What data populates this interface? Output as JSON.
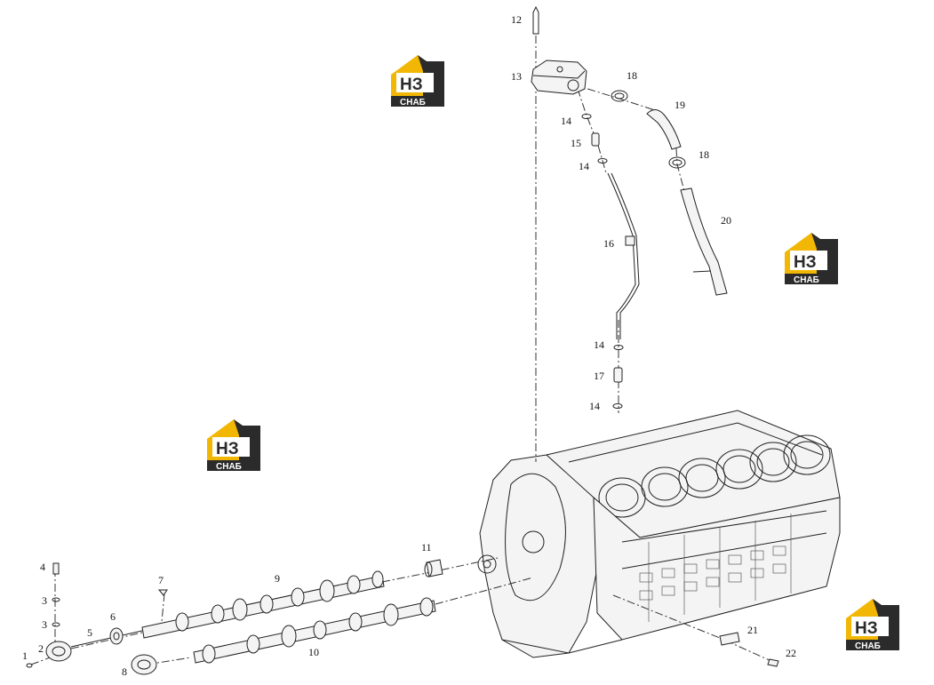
{
  "diagram": {
    "callouts": [
      {
        "id": "c12",
        "label": "12"
      },
      {
        "id": "c13",
        "label": "13"
      },
      {
        "id": "c18a",
        "label": "18"
      },
      {
        "id": "c19",
        "label": "19"
      },
      {
        "id": "c14a",
        "label": "14"
      },
      {
        "id": "c15",
        "label": "15"
      },
      {
        "id": "c14b",
        "label": "14"
      },
      {
        "id": "c18b",
        "label": "18"
      },
      {
        "id": "c20",
        "label": "20"
      },
      {
        "id": "c16",
        "label": "16"
      },
      {
        "id": "c14c",
        "label": "14"
      },
      {
        "id": "c17",
        "label": "17"
      },
      {
        "id": "c14d",
        "label": "14"
      },
      {
        "id": "c11",
        "label": "11"
      },
      {
        "id": "c9",
        "label": "9"
      },
      {
        "id": "c4",
        "label": "4"
      },
      {
        "id": "c3a",
        "label": "3"
      },
      {
        "id": "c3b",
        "label": "3"
      },
      {
        "id": "c7",
        "label": "7"
      },
      {
        "id": "c6",
        "label": "6"
      },
      {
        "id": "c5",
        "label": "5"
      },
      {
        "id": "c2",
        "label": "2"
      },
      {
        "id": "c1",
        "label": "1"
      },
      {
        "id": "c8",
        "label": "8"
      },
      {
        "id": "c10",
        "label": "10"
      },
      {
        "id": "c21",
        "label": "21"
      },
      {
        "id": "c22",
        "label": "22"
      }
    ]
  },
  "watermark": {
    "logo_letters": "НЗ",
    "logo_caption": "СНАБ",
    "colors": {
      "accent": "#f2b705",
      "dark": "#2b2b2b"
    }
  }
}
